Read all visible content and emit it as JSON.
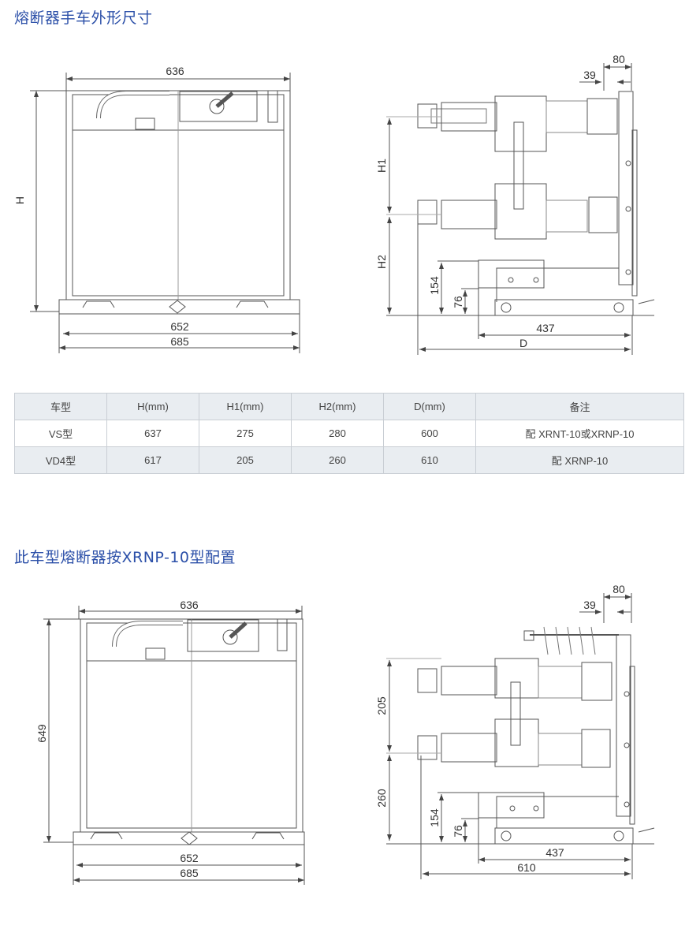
{
  "section1": {
    "title": "熔断器手车外形尺寸",
    "front": {
      "width_top": "636",
      "height": "H",
      "width_mid": "652",
      "width_bottom": "685"
    },
    "side": {
      "d80": "80",
      "d39": "39",
      "h1": "H1",
      "h2": "H2",
      "d154": "154",
      "d76": "76",
      "d437": "437",
      "depth": "D"
    }
  },
  "table": {
    "headers": [
      "车型",
      "H(mm)",
      "H1(mm)",
      "H2(mm)",
      "D(mm)",
      "备注"
    ],
    "rows": [
      [
        "VS型",
        "637",
        "275",
        "280",
        "600",
        "配 XRNT-10或XRNP-10"
      ],
      [
        "VD4型",
        "617",
        "205",
        "260",
        "610",
        "配 XRNP-10"
      ]
    ]
  },
  "section2": {
    "title": "此车型熔断器按XRNP-10型配置",
    "front": {
      "width_top": "636",
      "height": "649",
      "width_mid": "652",
      "width_bottom": "685"
    },
    "side": {
      "d80": "80",
      "d39": "39",
      "h1": "205",
      "h2": "260",
      "d154": "154",
      "d76": "76",
      "d437": "437",
      "depth": "610"
    }
  },
  "colors": {
    "title": "#2b4fa8",
    "table_header_bg": "#e9edf1",
    "line": "#555555"
  }
}
